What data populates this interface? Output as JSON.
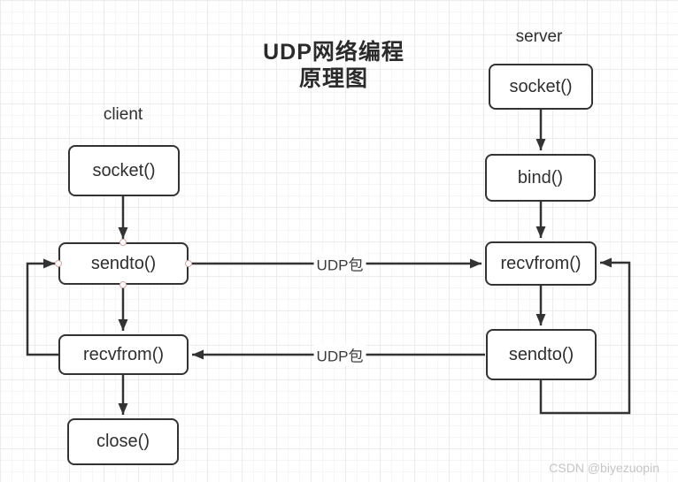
{
  "title": {
    "line1": "UDP网络编程",
    "line2": "原理图"
  },
  "columns": {
    "client": {
      "label": "client",
      "nodes": [
        {
          "label": "socket()"
        },
        {
          "label": "sendto()"
        },
        {
          "label": "recvfrom()"
        },
        {
          "label": "close()"
        }
      ]
    },
    "server": {
      "label": "server",
      "nodes": [
        {
          "label": "socket()"
        },
        {
          "label": "bind()"
        },
        {
          "label": "recvfrom()"
        },
        {
          "label": "sendto()"
        }
      ]
    }
  },
  "edge_labels": {
    "udp_top": "UDP包",
    "udp_bottom": "UDP包"
  },
  "watermark": "CSDN @biyezuopin",
  "colors": {
    "line": "#333333",
    "node_border": "#333333",
    "node_fill": "#ffffff",
    "connection_point_border": "#d9a7a7",
    "watermark": "#c5c5c5"
  }
}
